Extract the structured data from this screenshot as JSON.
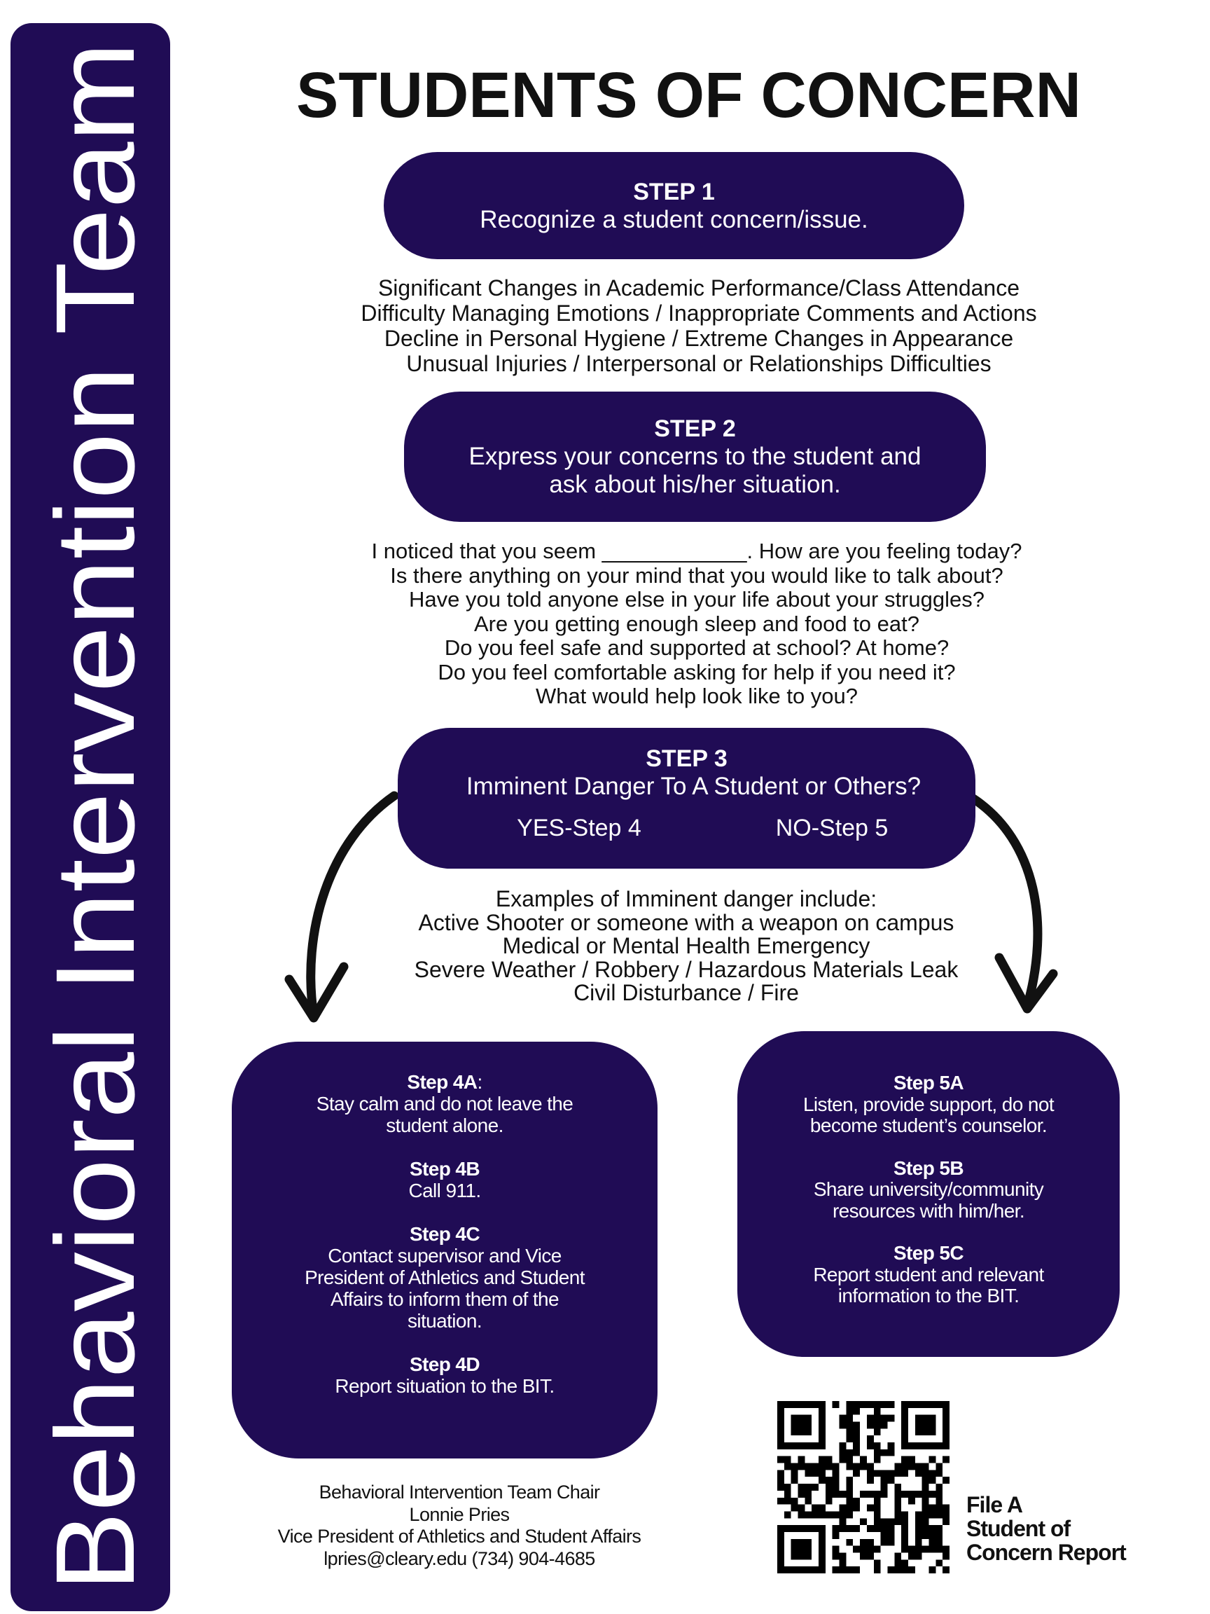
{
  "sidebar": {
    "title": "Behavioral Intervention Team"
  },
  "title": "STUDENTS OF CONCERN",
  "colors": {
    "brand": "#200c55",
    "text": "#111111",
    "background": "#ffffff"
  },
  "step1": {
    "heading": "STEP 1",
    "text": "Recognize a student concern/issue."
  },
  "step1_signs": [
    "Significant Changes in Academic Performance/Class Attendance",
    "Difficulty Managing Emotions  /  Inappropriate Comments and Actions",
    "Decline in Personal Hygiene  / Extreme Changes in Appearance",
    "Unusual Injuries  /  Interpersonal or Relationships Difficulties"
  ],
  "step2": {
    "heading": "STEP 2",
    "text_lines": [
      "Express your concerns to the student and",
      "ask about his/her situation."
    ]
  },
  "step2_questions": [
    "I noticed that you seem ____________. How are you feeling today?",
    "Is there anything on your mind that you would like to talk about?",
    "Have you told anyone else in your life about your struggles?",
    "Are you getting enough sleep and food to eat?",
    "Do you feel safe and supported at school? At home?",
    "Do you feel comfortable asking for help if you need it?",
    "What would help look like to you?"
  ],
  "step3": {
    "heading": "STEP 3",
    "text": "Imminent Danger To A Student or Others?",
    "yes": "YES-Step 4",
    "no": "NO-Step 5"
  },
  "examples": [
    "Examples of Imminent danger include:",
    "Active Shooter or someone with a weapon on campus",
    "Medical or Mental Health Emergency",
    "Severe Weather /  Robbery  /  Hazardous Materials Leak",
    "Civil Disturbance   /   Fire"
  ],
  "step4": [
    {
      "label": "Step 4A",
      "suffix": ":",
      "lines": [
        "Stay calm and do not leave the",
        "student alone."
      ]
    },
    {
      "label": "Step 4B",
      "suffix": "",
      "lines": [
        "Call 911."
      ]
    },
    {
      "label": "Step 4C",
      "suffix": "",
      "lines": [
        "Contact supervisor and Vice",
        "President of Athletics and Student",
        "Affairs to inform them of the",
        "situation."
      ]
    },
    {
      "label": "Step 4D",
      "suffix": "",
      "lines": [
        "Report situation to the BIT."
      ]
    }
  ],
  "step5": [
    {
      "label": "Step 5A",
      "lines": [
        "Listen, provide support, do not",
        "become student’s counselor."
      ]
    },
    {
      "label": "Step 5B",
      "lines": [
        "Share university/community",
        "resources with him/her."
      ]
    },
    {
      "label": "Step 5C",
      "lines": [
        "Report student and relevant",
        "information to the BIT."
      ]
    }
  ],
  "footer": [
    "Behavioral Intervention Team Chair",
    "Lonnie Pries",
    "Vice President of Athletics and Student Affairs",
    "lpries@cleary.edu    (734) 904-4685"
  ],
  "qr": {
    "label_lines": [
      "File A",
      "Student of",
      "Concern Report"
    ]
  }
}
